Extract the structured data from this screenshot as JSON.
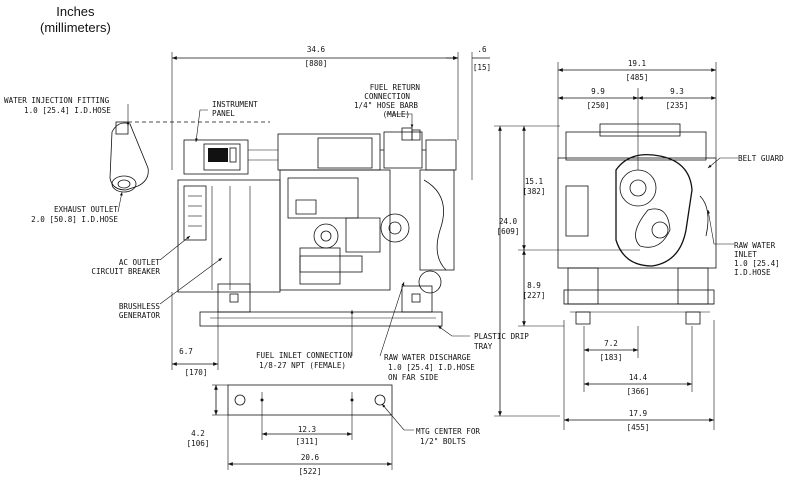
{
  "units": {
    "line1": "Inches",
    "line2": "(millimeters)"
  },
  "dims": {
    "overall_length": {
      "in": "34.6",
      "mm": "[880]"
    },
    "offset_small": {
      "in": ".6",
      "mm": "[15]"
    },
    "overall_width": {
      "in": "19.1",
      "mm": "[485]"
    },
    "half_left": {
      "in": "9.9",
      "mm": "[250]"
    },
    "half_right": {
      "in": "9.3",
      "mm": "[235]"
    },
    "upper_height": {
      "in": "15.1",
      "mm": "[382]"
    },
    "overall_height": {
      "in": "24.0",
      "mm": "[609]"
    },
    "lower_height": {
      "in": "8.9",
      "mm": "[227]"
    },
    "foot_offset": {
      "in": "6.7",
      "mm": "[170]"
    },
    "mount_center_w": {
      "in": "7.2",
      "mm": "[183]"
    },
    "mount_width": {
      "in": "14.4",
      "mm": "[366]"
    },
    "base_width": {
      "in": "17.9",
      "mm": "[455]"
    },
    "rail_height": {
      "in": "4.2",
      "mm": "[106]"
    },
    "bolt_spacing": {
      "in": "12.3",
      "mm": "[311]"
    },
    "rail_length": {
      "in": "20.6",
      "mm": "[522]"
    }
  },
  "labels": {
    "water_injection": {
      "l1": "WATER INJECTION FITTING",
      "l2": "1.0 [25.4] I.D.HOSE"
    },
    "instrument_panel": {
      "l1": "INSTRUMENT",
      "l2": "PANEL"
    },
    "fuel_return": {
      "l1": "FUEL RETURN",
      "l2": "CONNECTION",
      "l3": "1/4\" HOSE BARB",
      "l4": "(MALE)"
    },
    "exhaust_outlet": {
      "l1": "EXHAUST OUTLET",
      "l2": "2.0 [50.8] I.D.HOSE"
    },
    "ac_outlet": {
      "l1": "AC OUTLET",
      "l2": "CIRCUIT BREAKER"
    },
    "brushless": {
      "l1": "BRUSHLESS",
      "l2": "GENERATOR"
    },
    "plastic_drip": {
      "l1": "PLASTIC DRIP",
      "l2": "TRAY"
    },
    "fuel_inlet": {
      "l1": "FUEL INLET CONNECTION",
      "l2": "1/8-27 NPT (FEMALE)"
    },
    "raw_discharge": {
      "l1": "RAW WATER DISCHARGE",
      "l2": "1.0 [25.4] I.D.HOSE",
      "l3": "ON FAR SIDE"
    },
    "belt_guard": {
      "l1": "BELT GUARD"
    },
    "raw_inlet": {
      "l1": "RAW WATER",
      "l2": "INLET",
      "l3": "1.0 [25.4]",
      "l4": "I.D.HOSE"
    },
    "mtg_center": {
      "l1": "MTG CENTER FOR",
      "l2": "1/2\" BOLTS"
    }
  }
}
